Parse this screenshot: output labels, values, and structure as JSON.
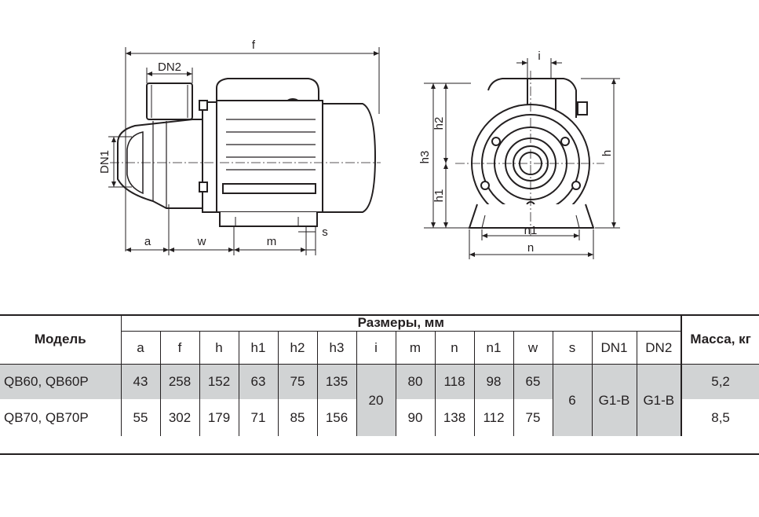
{
  "dimension_labels": {
    "f": "f",
    "dn2": "DN2",
    "dn1": "DN1",
    "a": "a",
    "w": "w",
    "m": "m",
    "s": "s",
    "i": "i",
    "h": "h",
    "h1": "h1",
    "h2": "h2",
    "h3": "h3",
    "n1": "n1",
    "n": "n"
  },
  "table": {
    "model_header": "Модель",
    "dims_header": "Размеры, мм",
    "mass_header": "Масса, кг",
    "columns": [
      "a",
      "f",
      "h",
      "h1",
      "h2",
      "h3",
      "i",
      "m",
      "n",
      "n1",
      "w",
      "s",
      "DN1",
      "DN2"
    ],
    "rows": [
      {
        "model": "QB60, QB60P",
        "a": "43",
        "f": "258",
        "h": "152",
        "h1": "63",
        "h2": "75",
        "h3": "135",
        "m": "80",
        "n": "118",
        "n1": "98",
        "w": "65",
        "mass": "5,2"
      },
      {
        "model": "QB70, QB70P",
        "a": "55",
        "f": "302",
        "h": "179",
        "h1": "71",
        "h2": "85",
        "h3": "156",
        "m": "90",
        "n": "138",
        "n1": "112",
        "w": "75",
        "mass": "8,5"
      }
    ],
    "shared": {
      "i": "20",
      "s": "6",
      "dn1": "G1-B",
      "dn2": "G1-B"
    }
  },
  "colors": {
    "line": "#231f20",
    "shade": "#d1d3d4"
  }
}
